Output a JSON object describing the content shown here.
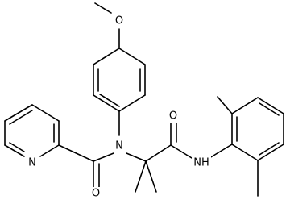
{
  "structure": {
    "atom_labels": {
      "methoxy_o": "O",
      "pyridine_n": "N",
      "amide_n": "N",
      "amide_o": "O",
      "amide2_o": "O",
      "anilide_nh": "NH"
    }
  },
  "colors": {
    "bond": "#000000",
    "label": "#000000",
    "background": "#ffffff"
  }
}
